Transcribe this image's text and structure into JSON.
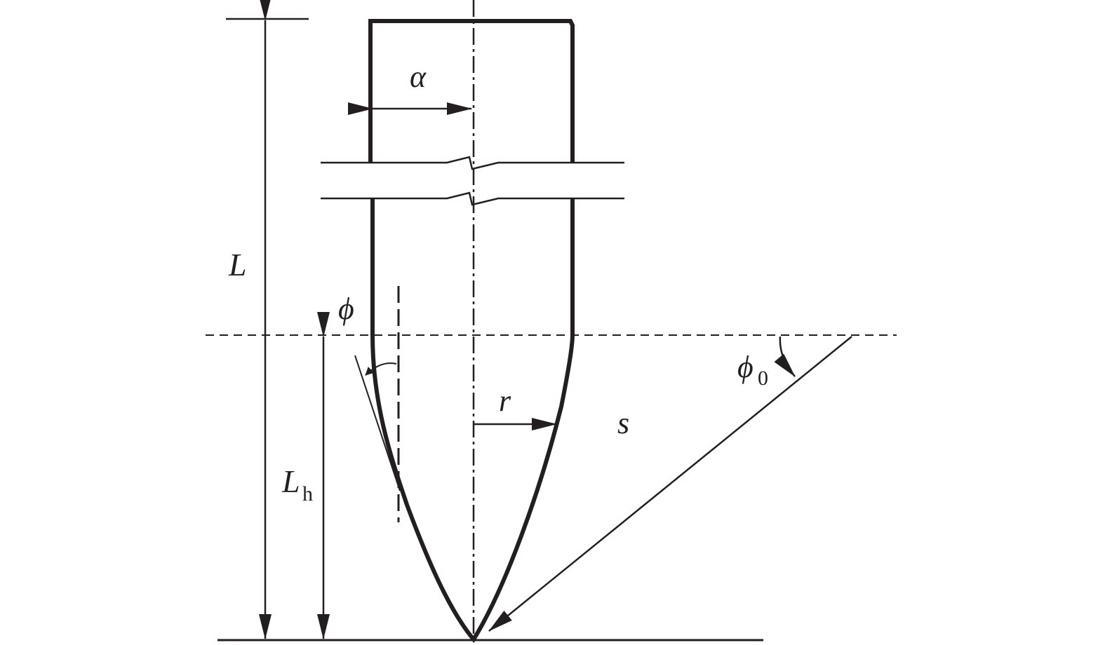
{
  "labels": {
    "alpha": "α",
    "L": "L",
    "phi": "ϕ",
    "phi0_main": "ϕ",
    "phi0_sub": "0",
    "r": "r",
    "s": "s",
    "Lh_main": "L",
    "Lh_sub": "h"
  },
  "colors": {
    "ink": "#231f20"
  }
}
